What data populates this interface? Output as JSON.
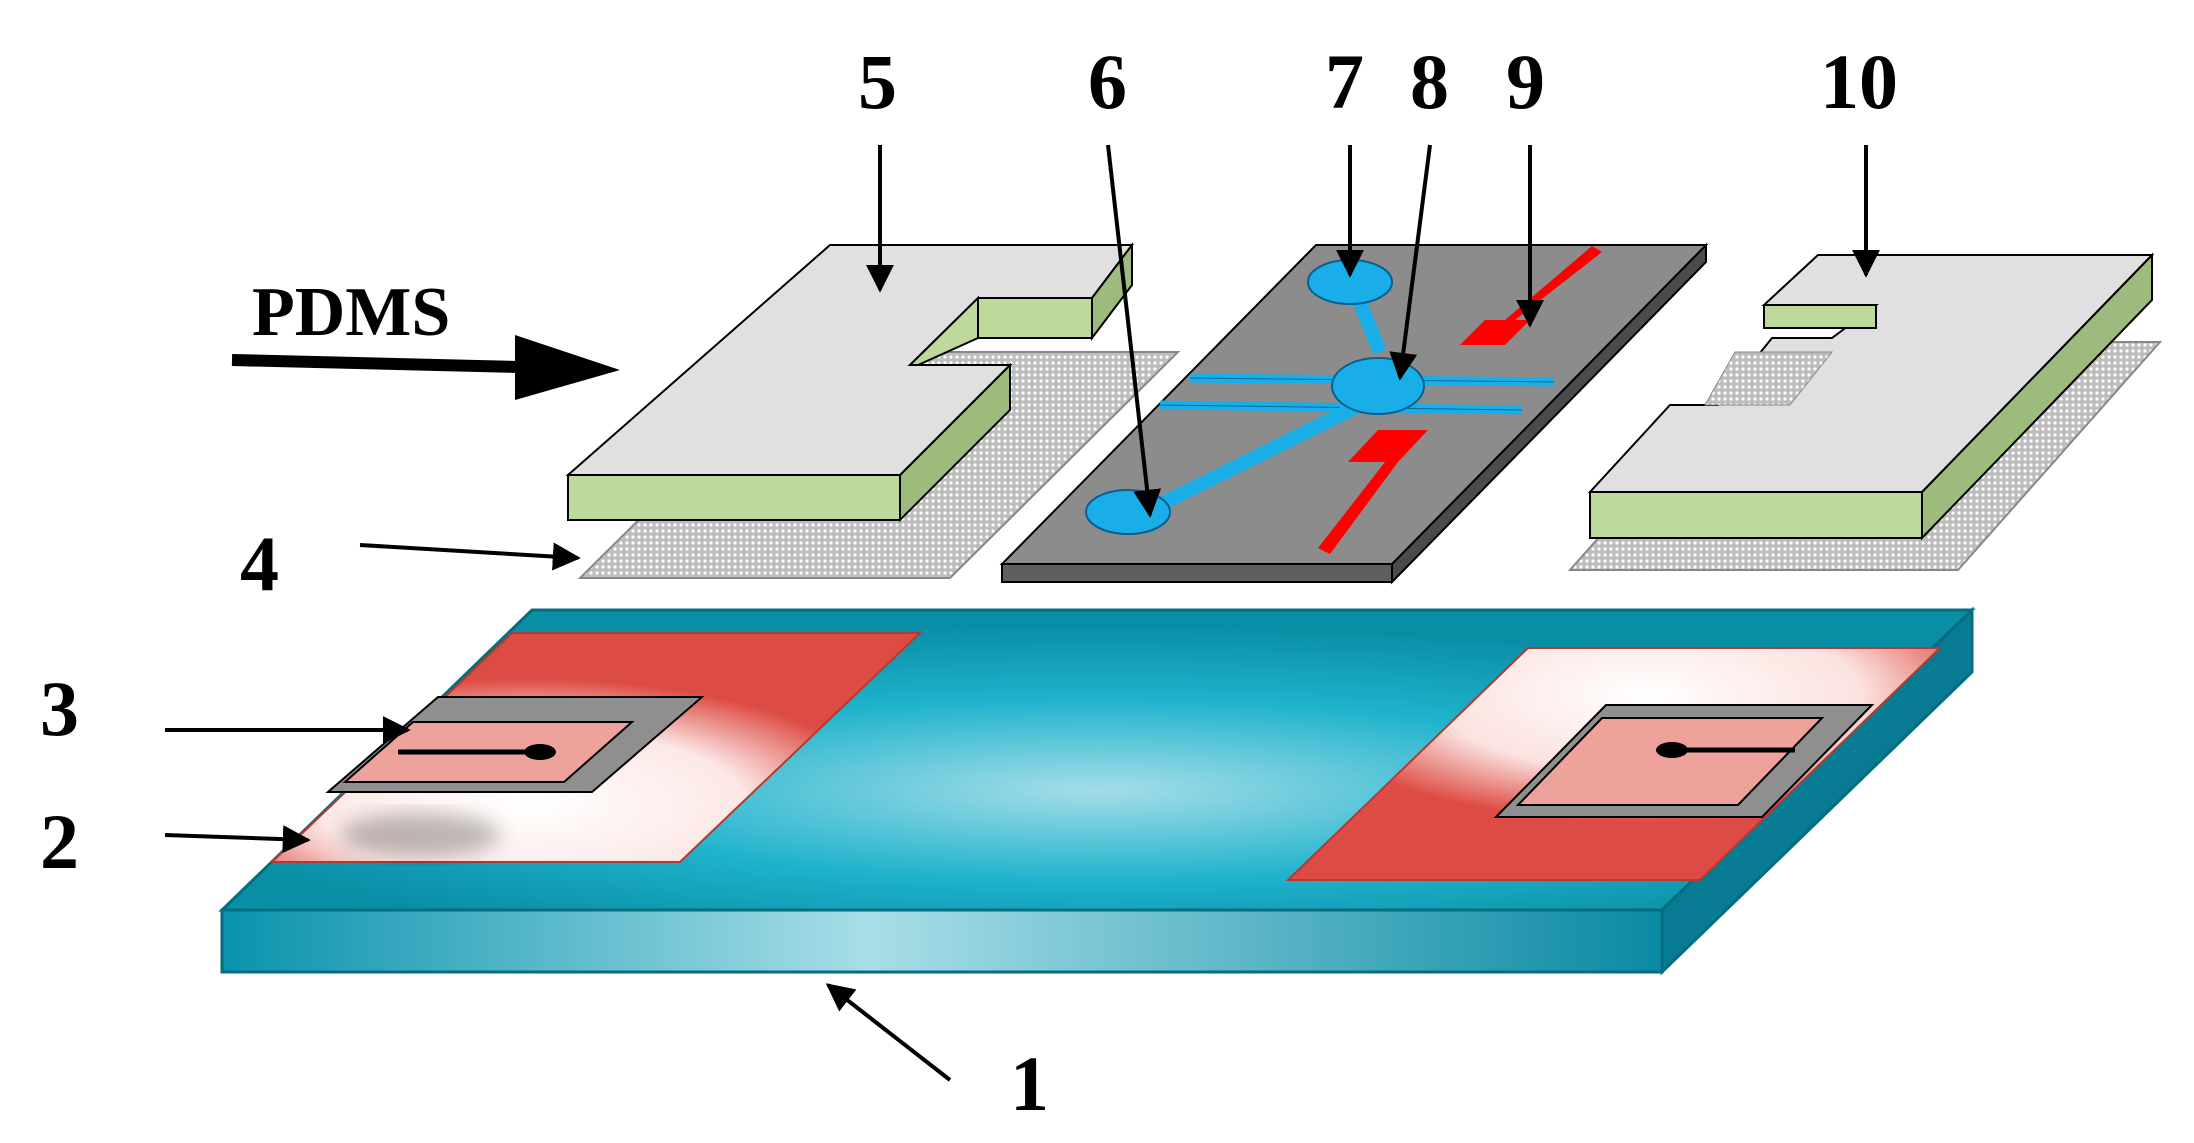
{
  "labels": {
    "l1": "1",
    "l2": "2",
    "l3": "3",
    "l4": "4",
    "l5": "5",
    "l6": "6",
    "l7": "7",
    "l8": "8",
    "l9": "9",
    "l10": "10",
    "pdms": "PDMS"
  },
  "colors": {
    "substrate": "#0aa9c6",
    "pad": "#dd4c44",
    "pdms_block": "#e0e0e0",
    "pdms_side": "#bdd99b",
    "chip": "#8c8c8c",
    "channel": "#1aaee8",
    "electrode": "#ff0000"
  }
}
